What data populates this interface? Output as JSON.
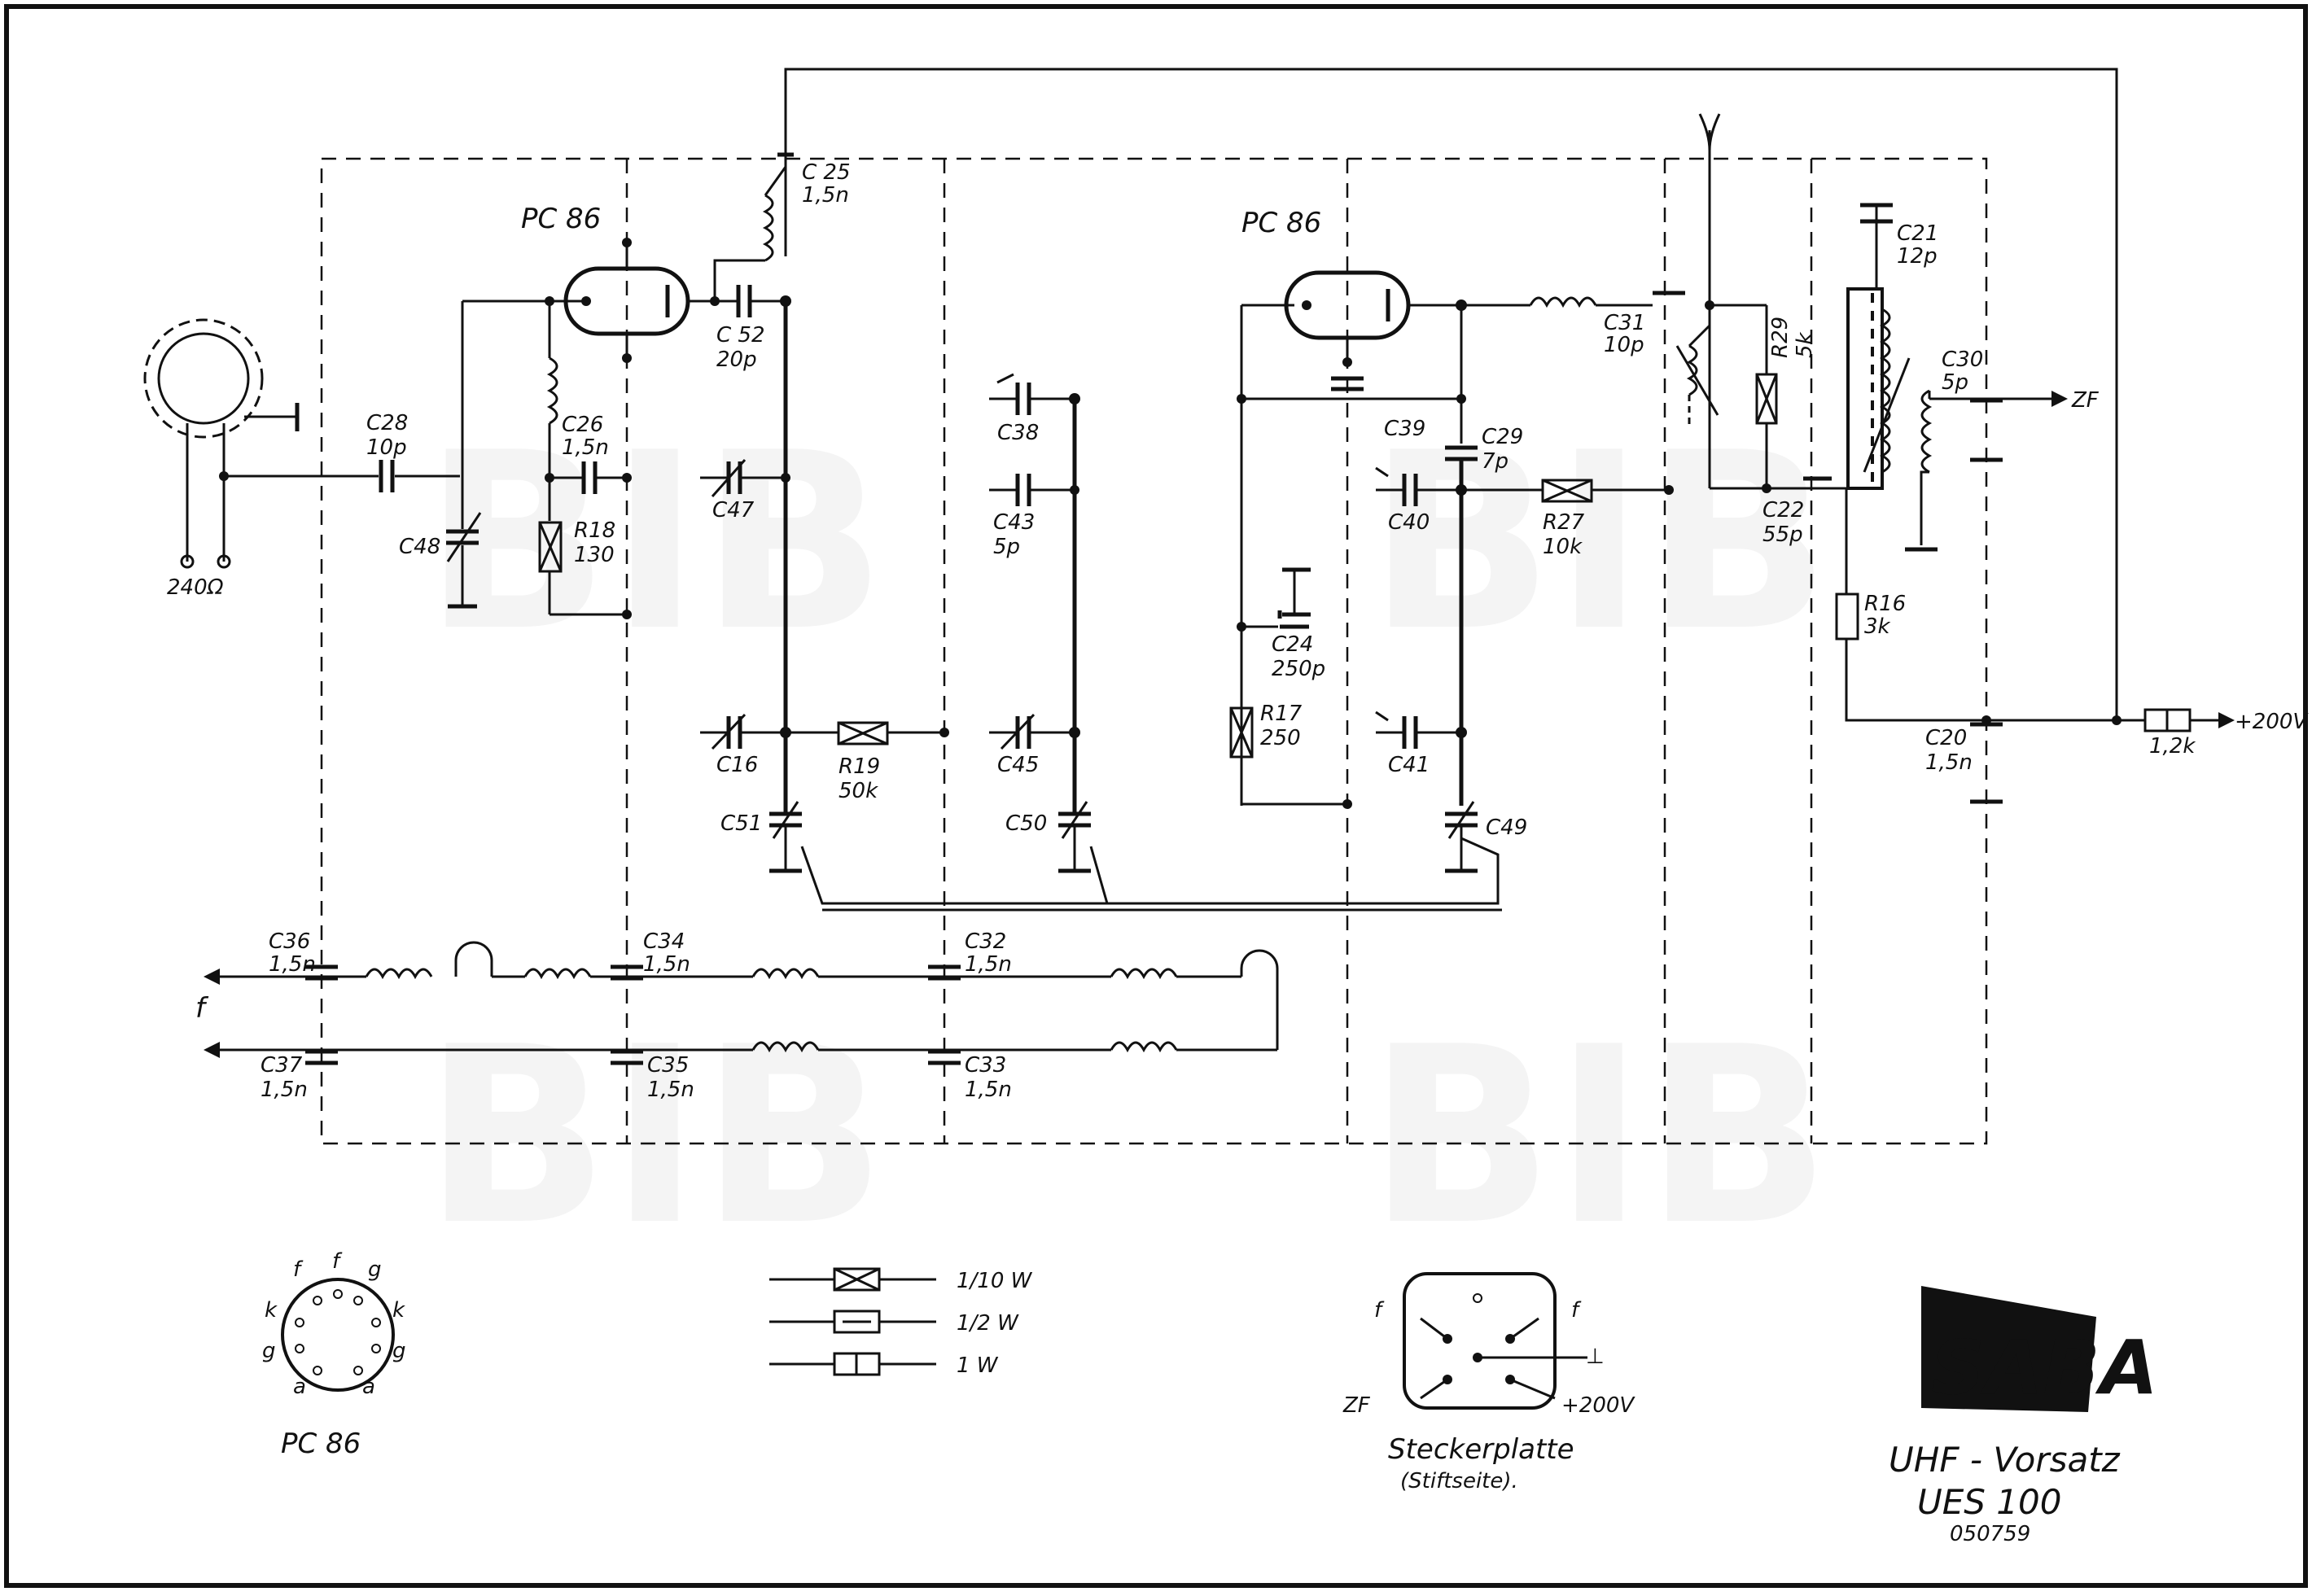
{
  "tubes": {
    "left": "PC 86",
    "right": "PC 86"
  },
  "antenna": {
    "impedance": "240Ω"
  },
  "components": {
    "C25": {
      "name": "C 25",
      "value": "1,5n"
    },
    "C52": {
      "name": "C 52",
      "value": "20p"
    },
    "C28": {
      "name": "C28",
      "value": "10p"
    },
    "C26": {
      "name": "C26",
      "value": "1,5n"
    },
    "C48": {
      "name": "C48"
    },
    "R18": {
      "name": "R18",
      "value": "130"
    },
    "C47": {
      "name": "C47"
    },
    "C38": {
      "name": "C38"
    },
    "C43": {
      "name": "C43",
      "value": "5p"
    },
    "C16": {
      "name": "C16"
    },
    "R19": {
      "name": "R19",
      "value": "50k"
    },
    "C45": {
      "name": "C45"
    },
    "C51": {
      "name": "C51"
    },
    "C50": {
      "name": "C50"
    },
    "C31": {
      "name": "C31",
      "value": "10p"
    },
    "C39": {
      "name": "C39"
    },
    "C29": {
      "name": "C29",
      "value": "7p"
    },
    "C40": {
      "name": "C40"
    },
    "R27": {
      "name": "R27",
      "value": "10k"
    },
    "R29": {
      "name": "R29",
      "value": "5k"
    },
    "C24": {
      "name": "C24",
      "value": "250p"
    },
    "R17": {
      "name": "R17",
      "value": "250"
    },
    "C41": {
      "name": "C41"
    },
    "C49": {
      "name": "C49"
    },
    "C21": {
      "name": "C21",
      "value": "12p"
    },
    "C30": {
      "name": "C30",
      "value": "5p"
    },
    "C22": {
      "name": "C22",
      "value": "55p"
    },
    "R16": {
      "name": "R16",
      "value": "3k"
    },
    "C20": {
      "name": "C20",
      "value": "1,5n"
    },
    "R_supply": {
      "value": "1,2k"
    },
    "C36": {
      "name": "C36",
      "value": "1,5n"
    },
    "C34": {
      "name": "C34",
      "value": "1,5n"
    },
    "C32": {
      "name": "C32",
      "value": "1,5n"
    },
    "C37": {
      "name": "C37",
      "value": "1,5n"
    },
    "C35": {
      "name": "C35",
      "value": "1,5n"
    },
    "C33": {
      "name": "C33",
      "value": "1,5n"
    }
  },
  "signals": {
    "if_out": "ZF",
    "supply": "+200V",
    "filament": "f"
  },
  "pinout": {
    "title": "PC 86",
    "pins": [
      "f",
      "f",
      "g",
      "k",
      "k",
      "g",
      "g",
      "a",
      "a"
    ]
  },
  "legend": [
    {
      "label": "1/10 W"
    },
    {
      "label": "1/2 W"
    },
    {
      "label": "1 W"
    }
  ],
  "connector": {
    "title": "Steckerplatte",
    "subtitle": "(Stiftseite).",
    "labels": [
      "f",
      "f",
      "ZF",
      "+200V",
      "⊥"
    ]
  },
  "brand": {
    "logo": "SABA",
    "product": "UHF - Vorsatz",
    "model": "UES 100",
    "number": "050759"
  },
  "watermark": "BIB",
  "colors": {
    "ink": "#111111",
    "paper": "#ffffff"
  }
}
